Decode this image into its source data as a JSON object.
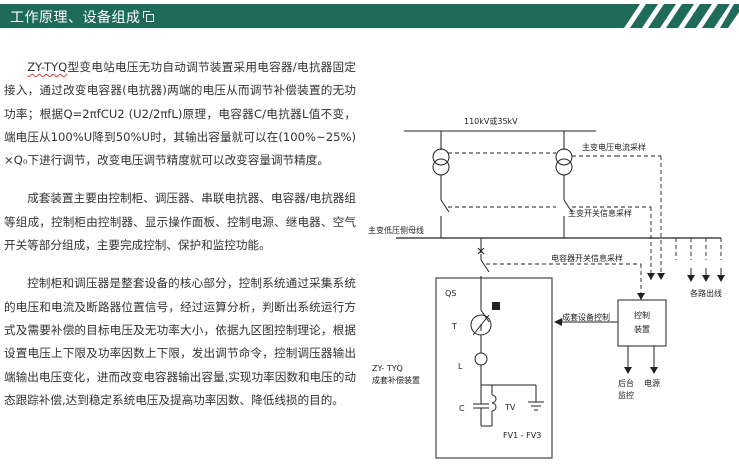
{
  "header": {
    "title": "工作原理、设备组成",
    "icon": "copy-icon",
    "colors": {
      "bar": "#1d6b58",
      "stripe": "#1d6b58"
    }
  },
  "paragraphs": [
    {
      "emphasis": "ZY-TYQ",
      "rest": "型变电站电压无功自动调节装置采用电容器/电抗器固定接入，通过改变电容器(电抗器)两端的电压从而调节补偿装置的无功功率；根据Q=2πfCU2 (U2/2πfL)原理，电容器C/电抗器L值不变，端电压从100%U降到50%U时，其输出容量就可以在(100%~25%)×Q₀下进行调节，改变电压调节精度就可以改变容量调节精度。"
    },
    {
      "emphasis": "",
      "rest": "成套装置主要由控制柜、调压器、串联电抗器、电容器/电抗器组等组成，控制柜由控制器、显示操作面板、控制电源、继电器、空气开关等部分组成，主要完成控制、保护和监控功能。"
    },
    {
      "emphasis": "",
      "rest": "控制柜和调压器是整套设备的核心部分，控制系统通过采集系统的电压和电流及断路器位置信号，经过运算分析，判断出系统运行方式及需要补偿的目标电压及无功率大小，依据九区图控制理论，根据设置电压上下限及功率因数上下限，发出调节命令，控制调压器输出端输出电压变化，进而改变电容器输出容量,实现功率因数和电压的动态跟踪补偿,达到稳定系统电压及提高功率因数、降低线损的目的。"
    }
  ],
  "diagram": {
    "hv_bus": "110kV或35kV",
    "main_ct": "主变电压电流采样",
    "lv_bus": "主变低压侧母线",
    "switch_sampling": "主变开关信息采样",
    "cap_switch_sampling": "电容器开关信息采样",
    "feeders": "各路出线",
    "qs": "QS",
    "t": "T",
    "l": "L",
    "c": "C",
    "tv": "TV",
    "device_name": "ZY-  TYQ",
    "device_desc": "成套补偿装置",
    "fv": "FV1 - FV3",
    "control_link": "成套设备控制",
    "control_box": [
      "控制",
      "装置"
    ],
    "backend": [
      "后台",
      "监控"
    ],
    "power": [
      "电源",
      ""
    ]
  }
}
